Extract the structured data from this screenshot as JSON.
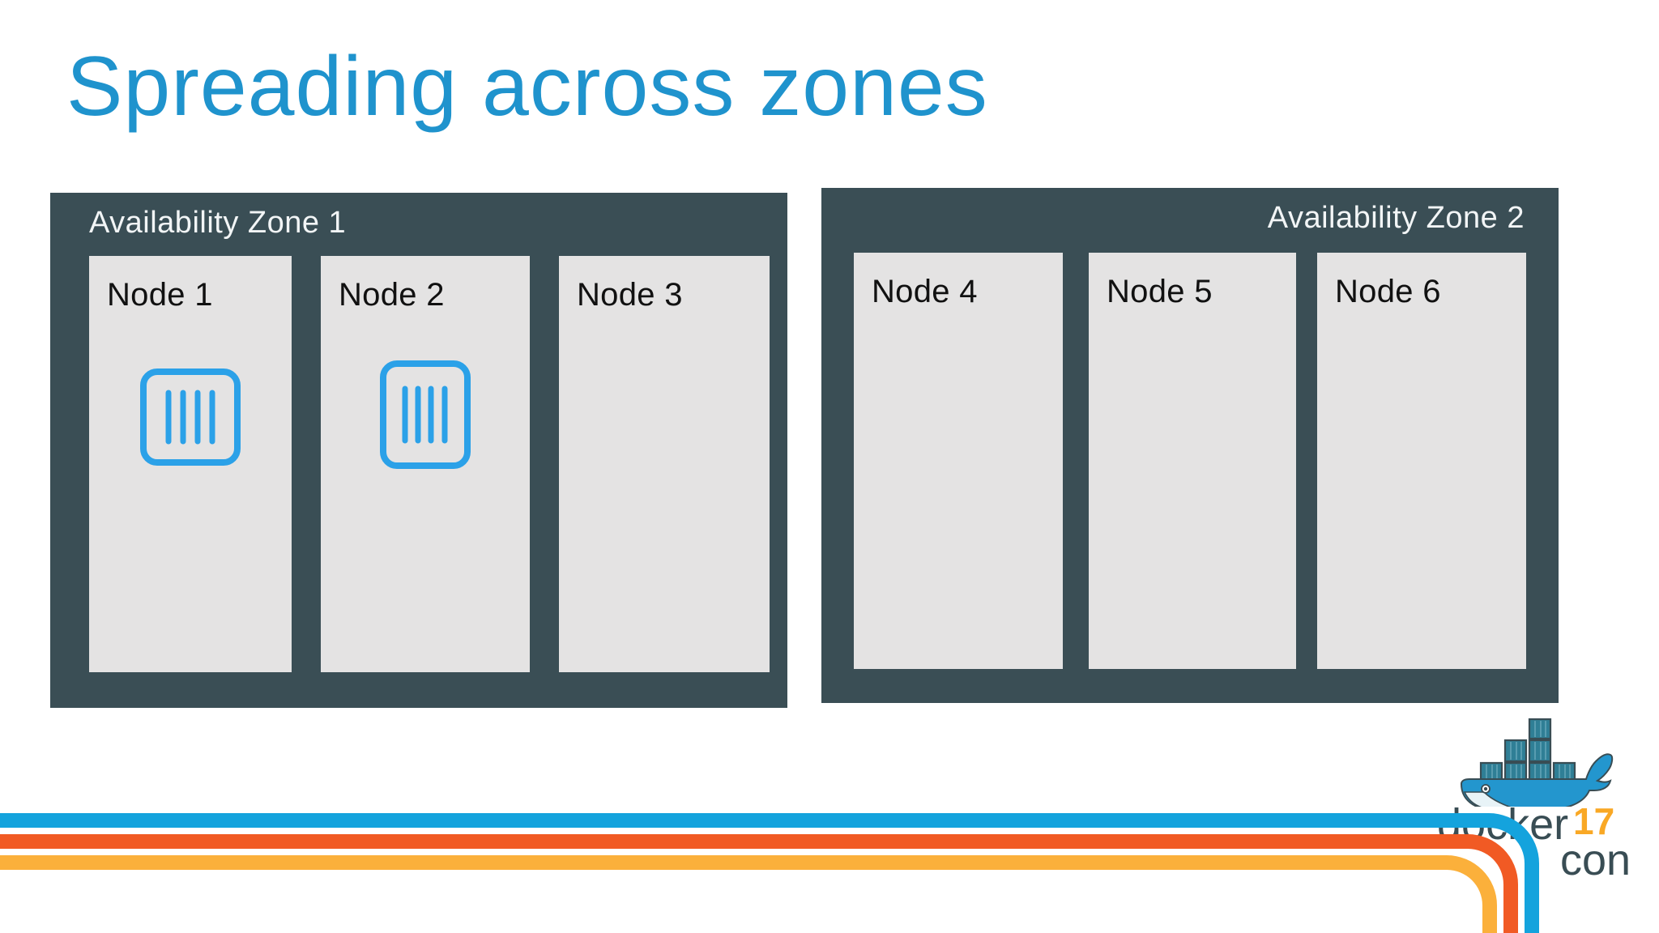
{
  "slide": {
    "title": "Spreading across zones",
    "title_color": "#1f93cd",
    "background_color": "#ffffff"
  },
  "zones": [
    {
      "id": "zone-1",
      "label": "Availability Zone 1",
      "label_align": "left",
      "background_color": "#3a4e55",
      "nodes": [
        {
          "id": "node-1",
          "label": "Node 1",
          "containers": 1
        },
        {
          "id": "node-2",
          "label": "Node 2",
          "containers": 1
        },
        {
          "id": "node-3",
          "label": "Node 3",
          "containers": 0
        }
      ]
    },
    {
      "id": "zone-2",
      "label": "Availability Zone 2",
      "label_align": "right",
      "background_color": "#3a4e55",
      "nodes": [
        {
          "id": "node-4",
          "label": "Node 4",
          "containers": 0
        },
        {
          "id": "node-5",
          "label": "Node 5",
          "containers": 0
        },
        {
          "id": "node-6",
          "label": "Node 6",
          "containers": 0
        }
      ]
    }
  ],
  "node_panel": {
    "background_color": "#e4e3e3",
    "label_color": "#111111"
  },
  "container_icon": {
    "name": "container-icon",
    "stroke_color": "#2ba1e8",
    "bars": 4
  },
  "branding": {
    "logo_name": "dockercon-whale-logo",
    "wordmark_docker": "docker",
    "wordmark_year": "17",
    "wordmark_con": "con",
    "docker_text_color": "#394d54",
    "year_color": "#f9a825",
    "whale_color": "#2396ce"
  },
  "footer_stripes": [
    {
      "name": "stripe-blue",
      "color": "#14a3dd"
    },
    {
      "name": "stripe-orange",
      "color": "#f15a24"
    },
    {
      "name": "stripe-yellow",
      "color": "#fbb03b"
    }
  ]
}
